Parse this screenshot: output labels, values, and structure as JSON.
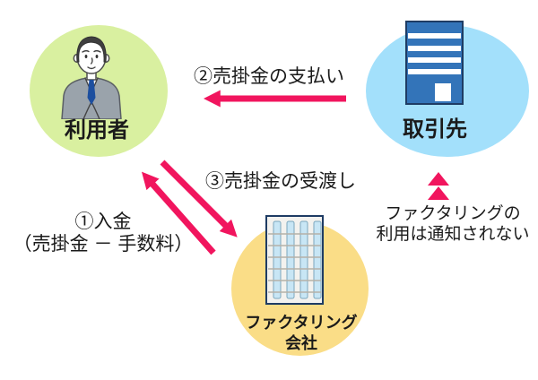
{
  "colors": {
    "accent-pink": "#f1155e",
    "user-circle": "#d9f0a0",
    "client-circle": "#a3e0fb",
    "factoring-circle": "#fadd87",
    "building-blue": "#3374b9",
    "text": "#1a1a1a"
  },
  "nodes": {
    "user": {
      "label": "利用者",
      "icon": "businessman-icon"
    },
    "client": {
      "label": "取引先",
      "icon": "office-building-icon"
    },
    "factoring": {
      "label_line1": "ファクタリング",
      "label_line2": "会社",
      "icon": "highrise-building-icon"
    }
  },
  "arrows": {
    "step2": {
      "label": "②売掛金の支払い",
      "from": "client",
      "to": "user"
    },
    "step3": {
      "label": "③売掛金の受渡し",
      "from": "user",
      "to": "factoring"
    },
    "step1": {
      "label_line1": "①入金",
      "label_line2": "（売掛金 － 手数料）",
      "from": "factoring",
      "to": "user"
    }
  },
  "note": {
    "line1": "ファクタリングの",
    "line2": "利用は通知されない",
    "icon": "double-up-triangle-icon"
  }
}
